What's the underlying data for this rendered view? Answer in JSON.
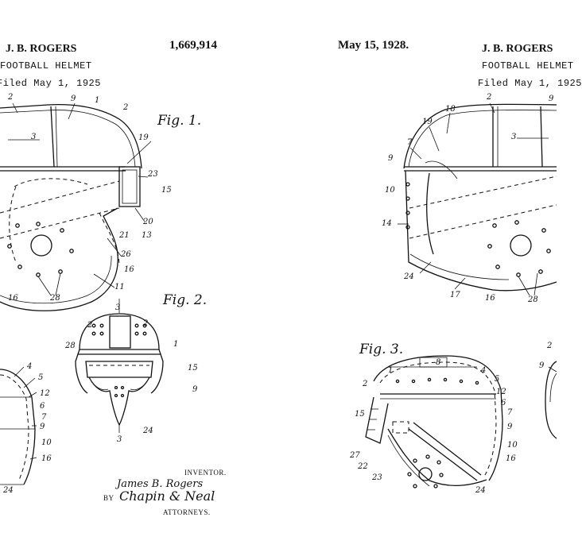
{
  "left_sheet": {
    "inventor_name": "J. B. ROGERS",
    "title": "FOOTBALL HELMET",
    "filed": "Filed May 1, 1925",
    "patent_number": "1,669,914",
    "fig1": "Fig. 1.",
    "fig2": "Fig. 2.",
    "inventor_label": "INVENTOR.",
    "signature_inventor": "James B. Rogers",
    "by": "BY",
    "signature_attorneys": "Chapin & Neal",
    "attorneys_label": "ATTORNEYS.",
    "labels_fig1": [
      "2",
      "9",
      "1",
      "2",
      "3",
      "19",
      "23",
      "15",
      "20",
      "13",
      "21",
      "26",
      "16",
      "11",
      "28",
      "16"
    ],
    "labels_fig2": [
      "3",
      "2",
      "2",
      "28",
      "1",
      "15",
      "9",
      "3",
      "24"
    ],
    "labels_side": [
      "4",
      "5",
      "12",
      "6",
      "7",
      "9",
      "10",
      "16",
      "24"
    ]
  },
  "right_sheet": {
    "date": "May 15, 1928.",
    "inventor_name": "J. B. ROGERS",
    "title": "FOOTBALL HELMET",
    "filed": "Filed May 1, 1925",
    "fig3": "Fig. 3.",
    "labels_fig1": [
      "2",
      "9",
      "18",
      "19",
      "7",
      "3",
      "9",
      "10",
      "14",
      "24",
      "17",
      "16",
      "28"
    ],
    "labels_fig3": [
      "8",
      "1",
      "4",
      "2",
      "5",
      "12",
      "6",
      "7",
      "15",
      "9",
      "10",
      "16",
      "27",
      "22",
      "23",
      "24"
    ],
    "labels_side": [
      "2",
      "9"
    ]
  },
  "colors": {
    "ink": "#111111",
    "paper": "#ffffff"
  }
}
